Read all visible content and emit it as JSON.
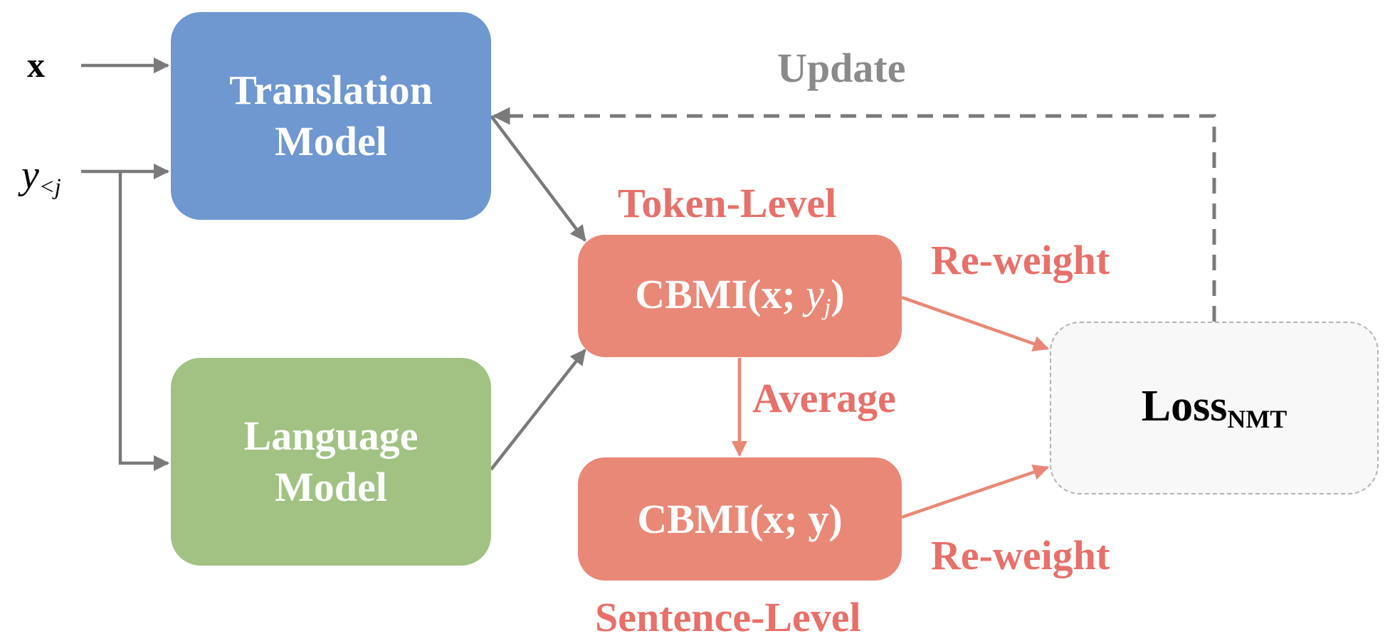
{
  "inputs": {
    "x": "x",
    "y_base": "y",
    "y_sub": "<j"
  },
  "translation_model": {
    "line1": "Translation",
    "line2": "Model",
    "color": "#6f97d0"
  },
  "language_model": {
    "line1": "Language",
    "line2": "Model",
    "color": "#a1c283"
  },
  "token_level": {
    "label": "Token-Level",
    "formula_prefix": "CBMI(x; ",
    "formula_var": "y",
    "formula_sub": "j",
    "formula_suffix": ")",
    "color": "#e98877"
  },
  "sentence_level": {
    "label": "Sentence-Level",
    "formula": "CBMI(x; y)",
    "color": "#e98877"
  },
  "average_label": "Average",
  "reweight_top": "Re-weight",
  "reweight_bottom": "Re-weight",
  "update_label": "Update",
  "loss": {
    "base": "Loss",
    "sub": "NMT"
  },
  "colors": {
    "arrow_gray": "#7a7a7a",
    "arrow_red": "#e8706a",
    "label_red": "#e8706a",
    "update_gray": "#8a8a8a"
  }
}
